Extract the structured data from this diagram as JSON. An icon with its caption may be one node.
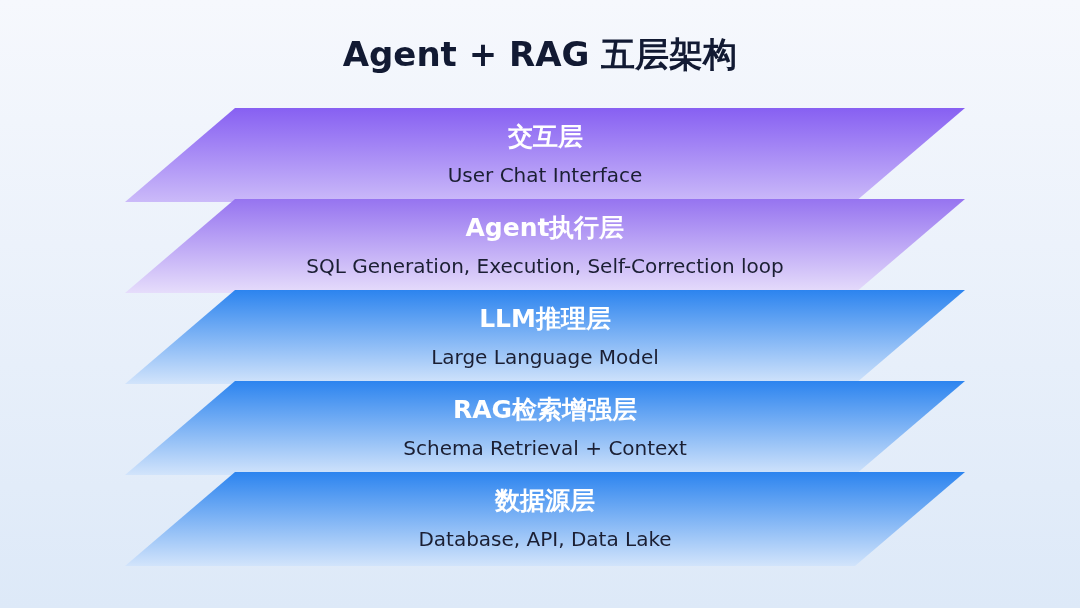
{
  "diagram": {
    "title": "Agent + RAG 五层架构",
    "nodes": [
      {
        "text": [
          "交互层",
          "User Chat Interface"
        ]
      },
      {
        "text": [
          "Agent执行层",
          "SQL Generation, Execution, Self-Correction loop"
        ]
      },
      {
        "text": [
          "LLM推理层",
          "Large Language Model"
        ]
      },
      {
        "text": [
          "RAG检索增强层",
          "Schema Retrieval + Context"
        ]
      },
      {
        "text": [
          "数据源层",
          "Database, API, Data Lake"
        ]
      }
    ]
  }
}
